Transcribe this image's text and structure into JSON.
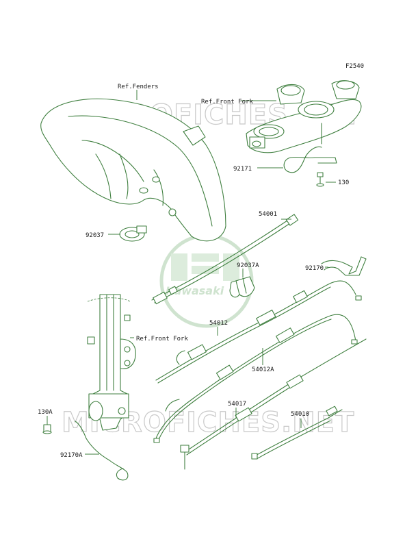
{
  "diagram": {
    "figure_code": "F2540",
    "watermark_text": "MICROFICHES.NET",
    "logo_text": "Kawasaki",
    "labels": {
      "ref_fenders": "Ref.Fenders",
      "ref_front_fork_top": "Ref.Front Fork",
      "ref_front_fork_mid": "Ref.Front Fork",
      "p92171": "92171",
      "p130": "130",
      "p54001": "54001",
      "p92037": "92037",
      "p92037A": "92037A",
      "p92170": "92170",
      "p54012": "54012",
      "p54012A": "54012A",
      "p54017": "54017",
      "p54010": "54010",
      "p130A": "130A",
      "p92170A": "92170A"
    }
  },
  "colors": {
    "line": "#3f7f3f",
    "label": "#1a1a1a",
    "watermark": "#c9c9c9",
    "logo": "#cfe3cf"
  }
}
